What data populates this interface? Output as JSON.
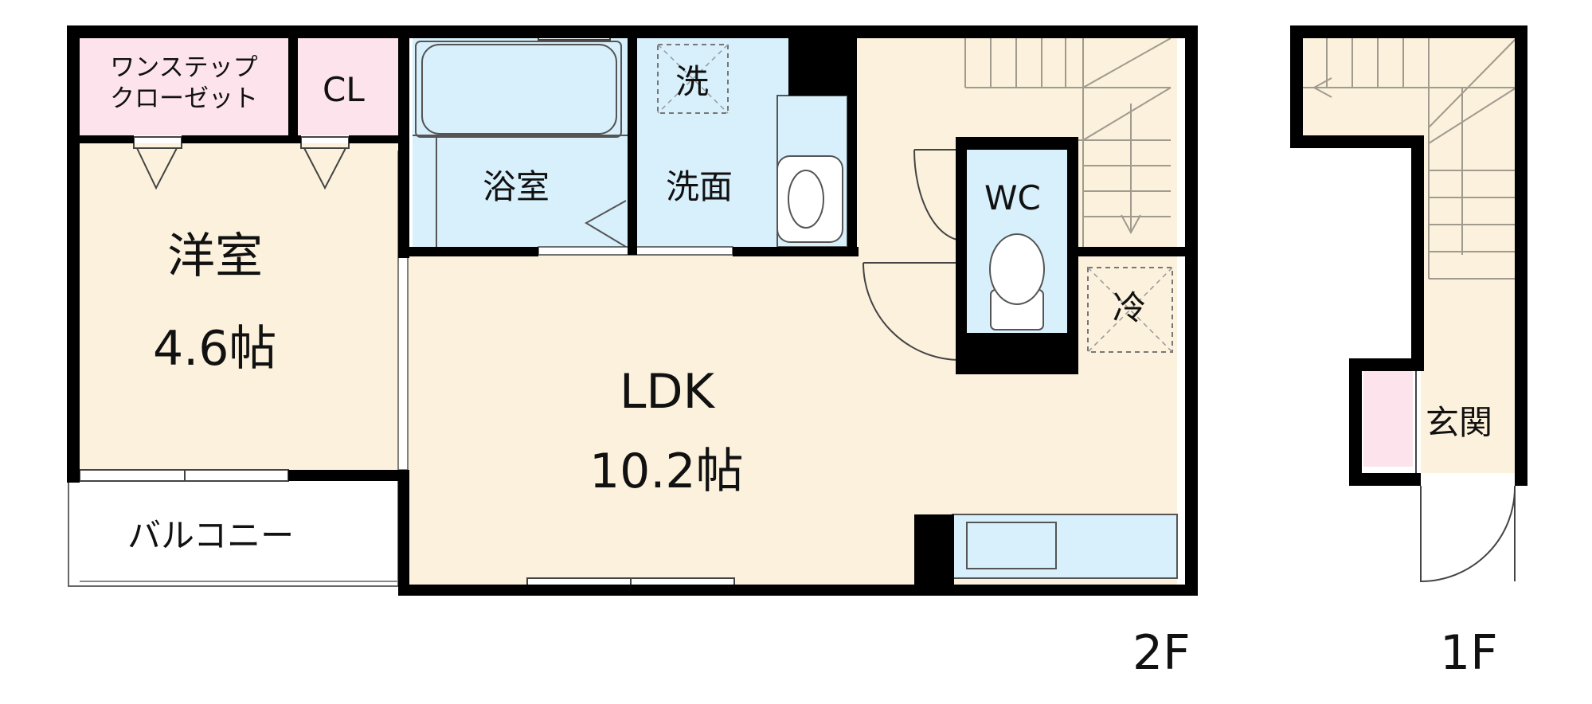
{
  "floor_2": {
    "label": "2F",
    "rooms": {
      "western_room": {
        "name": "洋室",
        "size": "4.6帖"
      },
      "ldk": {
        "name": "LDK",
        "size": "10.2帖"
      },
      "bathroom": {
        "name": "浴室"
      },
      "washroom": {
        "name": "洗面"
      },
      "washer": {
        "name": "洗"
      },
      "toilet": {
        "name": "WC"
      },
      "fridge": {
        "name": "冷"
      },
      "closet": {
        "name": "CL"
      },
      "onestep_closet": {
        "line1": "ワンステップ",
        "line2": "クローゼット"
      },
      "balcony": {
        "name": "バルコニー"
      }
    }
  },
  "floor_1": {
    "label": "1F",
    "rooms": {
      "entrance": {
        "name": "玄関"
      }
    }
  },
  "colors": {
    "wall": "#000000",
    "room_floor": "#fbf1dc",
    "wet_area": "#d8f0fb",
    "closet": "#fde4ec",
    "stair_line": "#a09b8e"
  }
}
